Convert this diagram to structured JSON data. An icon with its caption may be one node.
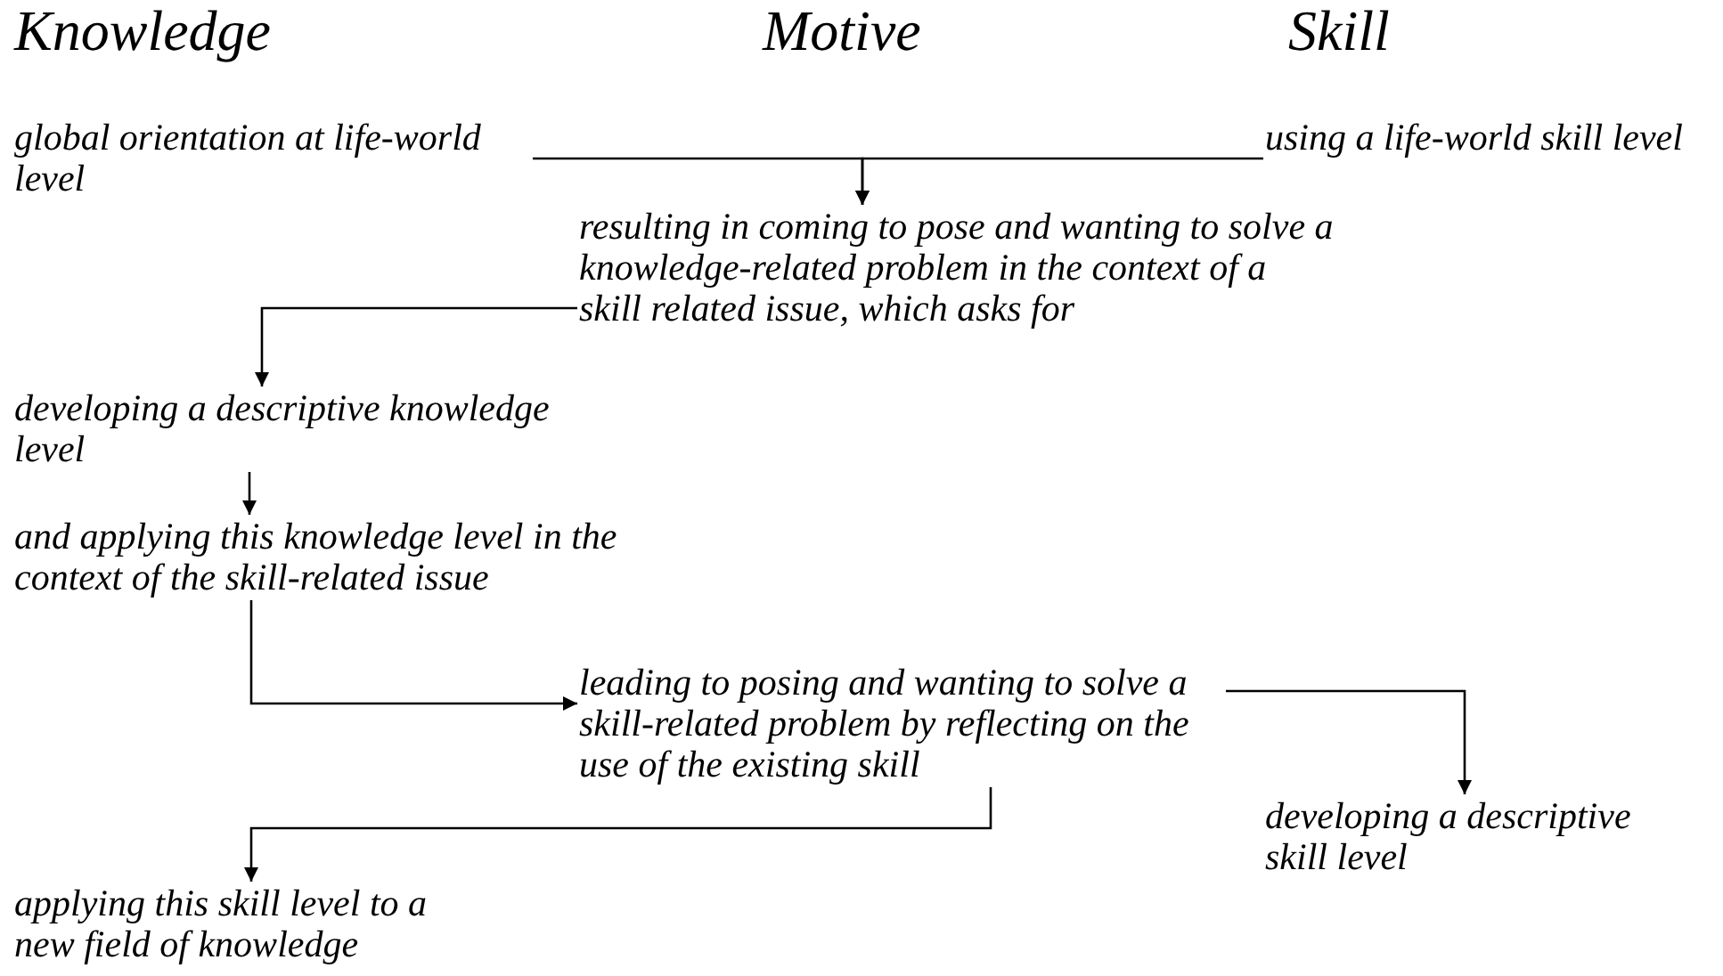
{
  "diagram": {
    "nodes": [
      {
        "text": [
          "global orientation at life-world level"
        ]
      },
      {
        "text": [
          "using a life-world skill level"
        ]
      },
      {
        "text": [
          "resulting in coming to pose and wanting to solve a knowledge-related problem in the context of a skill related issue, which asks for"
        ]
      },
      {
        "text": [
          "developing a descriptive knowledge level"
        ]
      },
      {
        "text": [
          "and applying this knowledge level in the context of the skill-related issue"
        ]
      },
      {
        "text": [
          "leading to posing and wanting to solve a skill-related problem by reflecting on the use of the existing skill"
        ]
      },
      {
        "text": [
          "developing a descriptive skill level"
        ]
      },
      {
        "text": [
          "applying this skill level to a new field of knowledge"
        ]
      }
    ],
    "edges": [
      {
        "from": 0,
        "to": 2,
        "arrow": "to"
      },
      {
        "from": 1,
        "to": 2,
        "arrow": "to"
      },
      {
        "from": 2,
        "to": 3,
        "arrow": "to"
      },
      {
        "from": 3,
        "to": 4,
        "arrow": "to"
      },
      {
        "from": 4,
        "to": 5,
        "arrow": "to"
      },
      {
        "from": 5,
        "to": 6,
        "arrow": "to"
      },
      {
        "from": 5,
        "to": 7,
        "arrow": "to"
      }
    ],
    "labels": [
      "Knowledge",
      "Motive",
      "Skill"
    ]
  }
}
